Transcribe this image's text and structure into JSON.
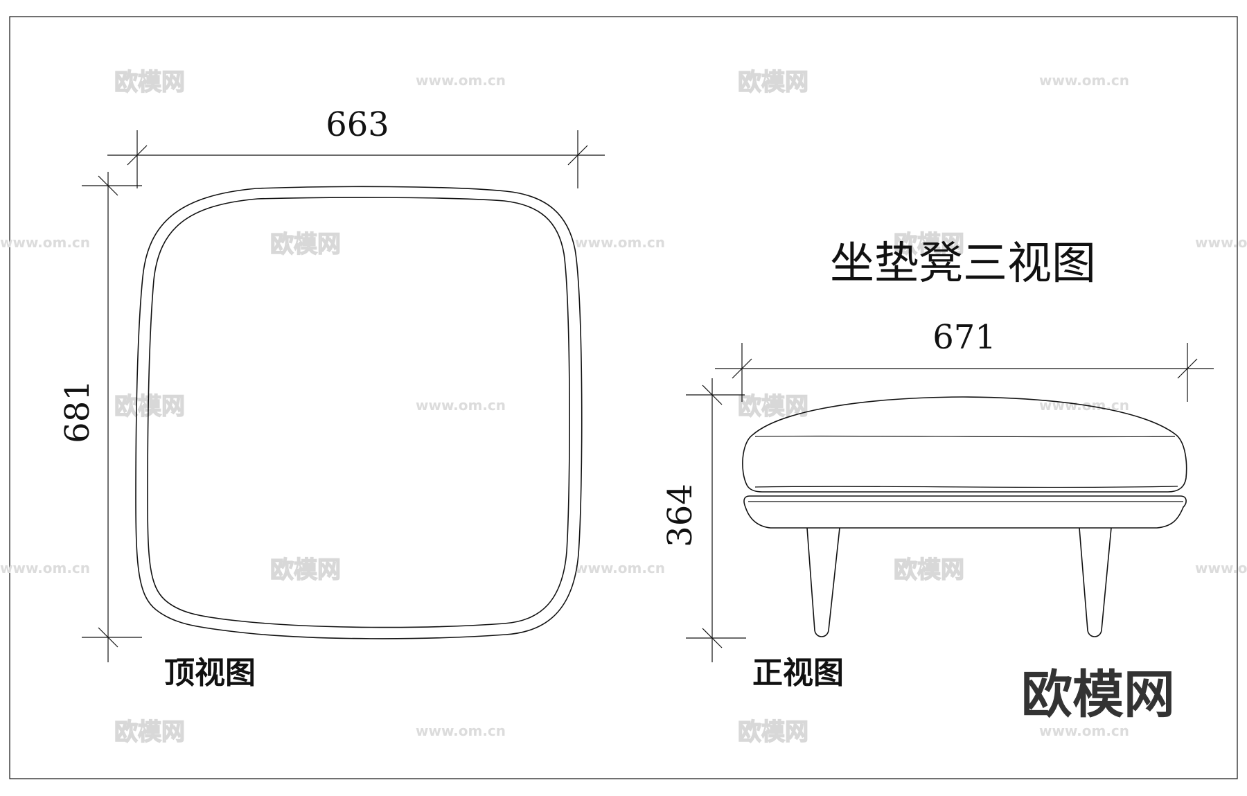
{
  "drawing": {
    "title": "坐垫凳三视图",
    "top_view": {
      "label": "顶视图",
      "width_dim": "663",
      "depth_dim": "681"
    },
    "front_view": {
      "label": "正视图",
      "width_dim": "671",
      "height_dim": "364"
    }
  },
  "watermarks": {
    "brand": "欧模网",
    "url": "www.om.cn"
  },
  "logo": {
    "text": "欧模网"
  }
}
